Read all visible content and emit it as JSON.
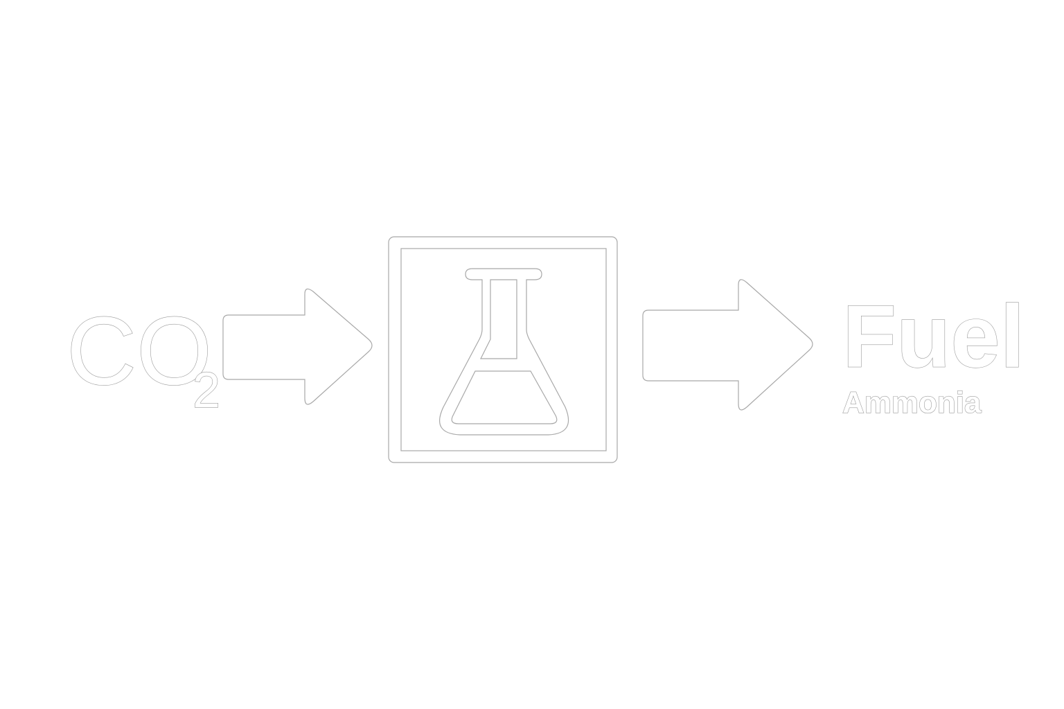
{
  "input": {
    "formula_main": "CO",
    "formula_subscript": "2"
  },
  "process": {
    "icon": "flask-icon"
  },
  "output": {
    "title": "Fuel",
    "subtitle": "Ammonia"
  },
  "colors": {
    "background": "#ffffff",
    "outline": "#a8a8a8"
  }
}
